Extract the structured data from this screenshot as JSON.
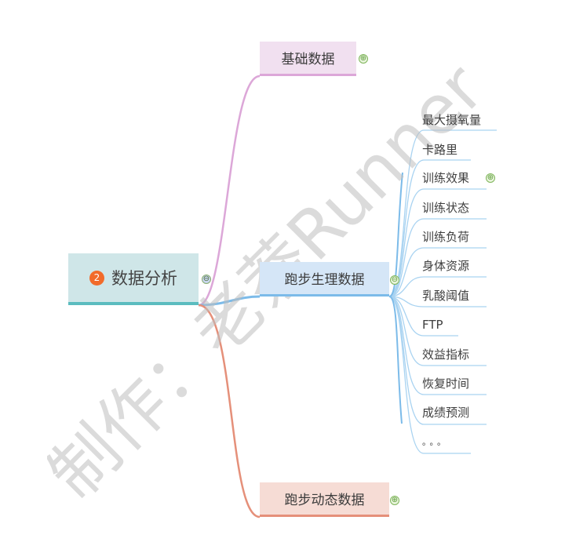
{
  "root": {
    "badge": "2",
    "label": "数据分析",
    "toggle": "⊖"
  },
  "branches": [
    {
      "label": "基础数据",
      "toggle": "⊕",
      "color": "#dca7d8",
      "fill": "#f1e0f0"
    },
    {
      "label": "跑步生理数据",
      "toggle": "⊖",
      "color": "#7cbbe9",
      "fill": "#d5e6f7"
    },
    {
      "label": "跑步动态数据",
      "toggle": "⊕",
      "color": "#e5907a",
      "fill": "#f6dcd5"
    }
  ],
  "physiology_items": [
    {
      "label": "最大摄氧量"
    },
    {
      "label": "卡路里"
    },
    {
      "label": "训练效果",
      "toggle": "⊕"
    },
    {
      "label": "训练状态"
    },
    {
      "label": "训练负荷"
    },
    {
      "label": "身体资源"
    },
    {
      "label": "乳酸阈值"
    },
    {
      "label": "FTP"
    },
    {
      "label": "效益指标"
    },
    {
      "label": "恢复时间"
    },
    {
      "label": "成绩预测"
    },
    {
      "label": "。。。"
    }
  ],
  "watermark": "制作：老萘Runner",
  "colors": {
    "root_line": "#5bbcbf",
    "leaf_line": "#a9d3f1",
    "toggle_green": "#7fb55a"
  }
}
